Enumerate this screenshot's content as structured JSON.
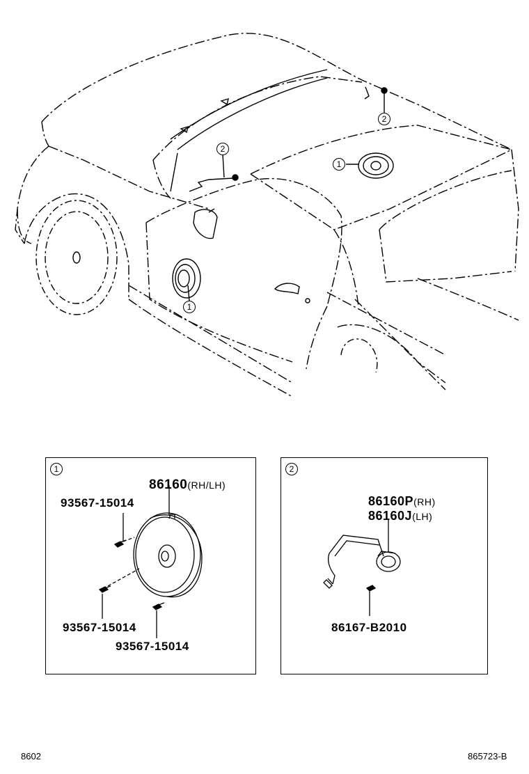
{
  "callouts": {
    "one": "1",
    "two": "2"
  },
  "panel_one": {
    "index": "1",
    "part_main": "86160",
    "part_main_suffix": "(RH/LH)",
    "screw_top": "93567-15014",
    "screw_left": "93567-15014",
    "screw_bottom": "93567-15014"
  },
  "panel_two": {
    "index": "2",
    "part_rh": "86160P",
    "part_rh_suffix": "(RH)",
    "part_lh": "86160J",
    "part_lh_suffix": "(LH)",
    "clip": "86167-B2010"
  },
  "footer": {
    "left_code": "8602",
    "right_code": "865723-B"
  }
}
